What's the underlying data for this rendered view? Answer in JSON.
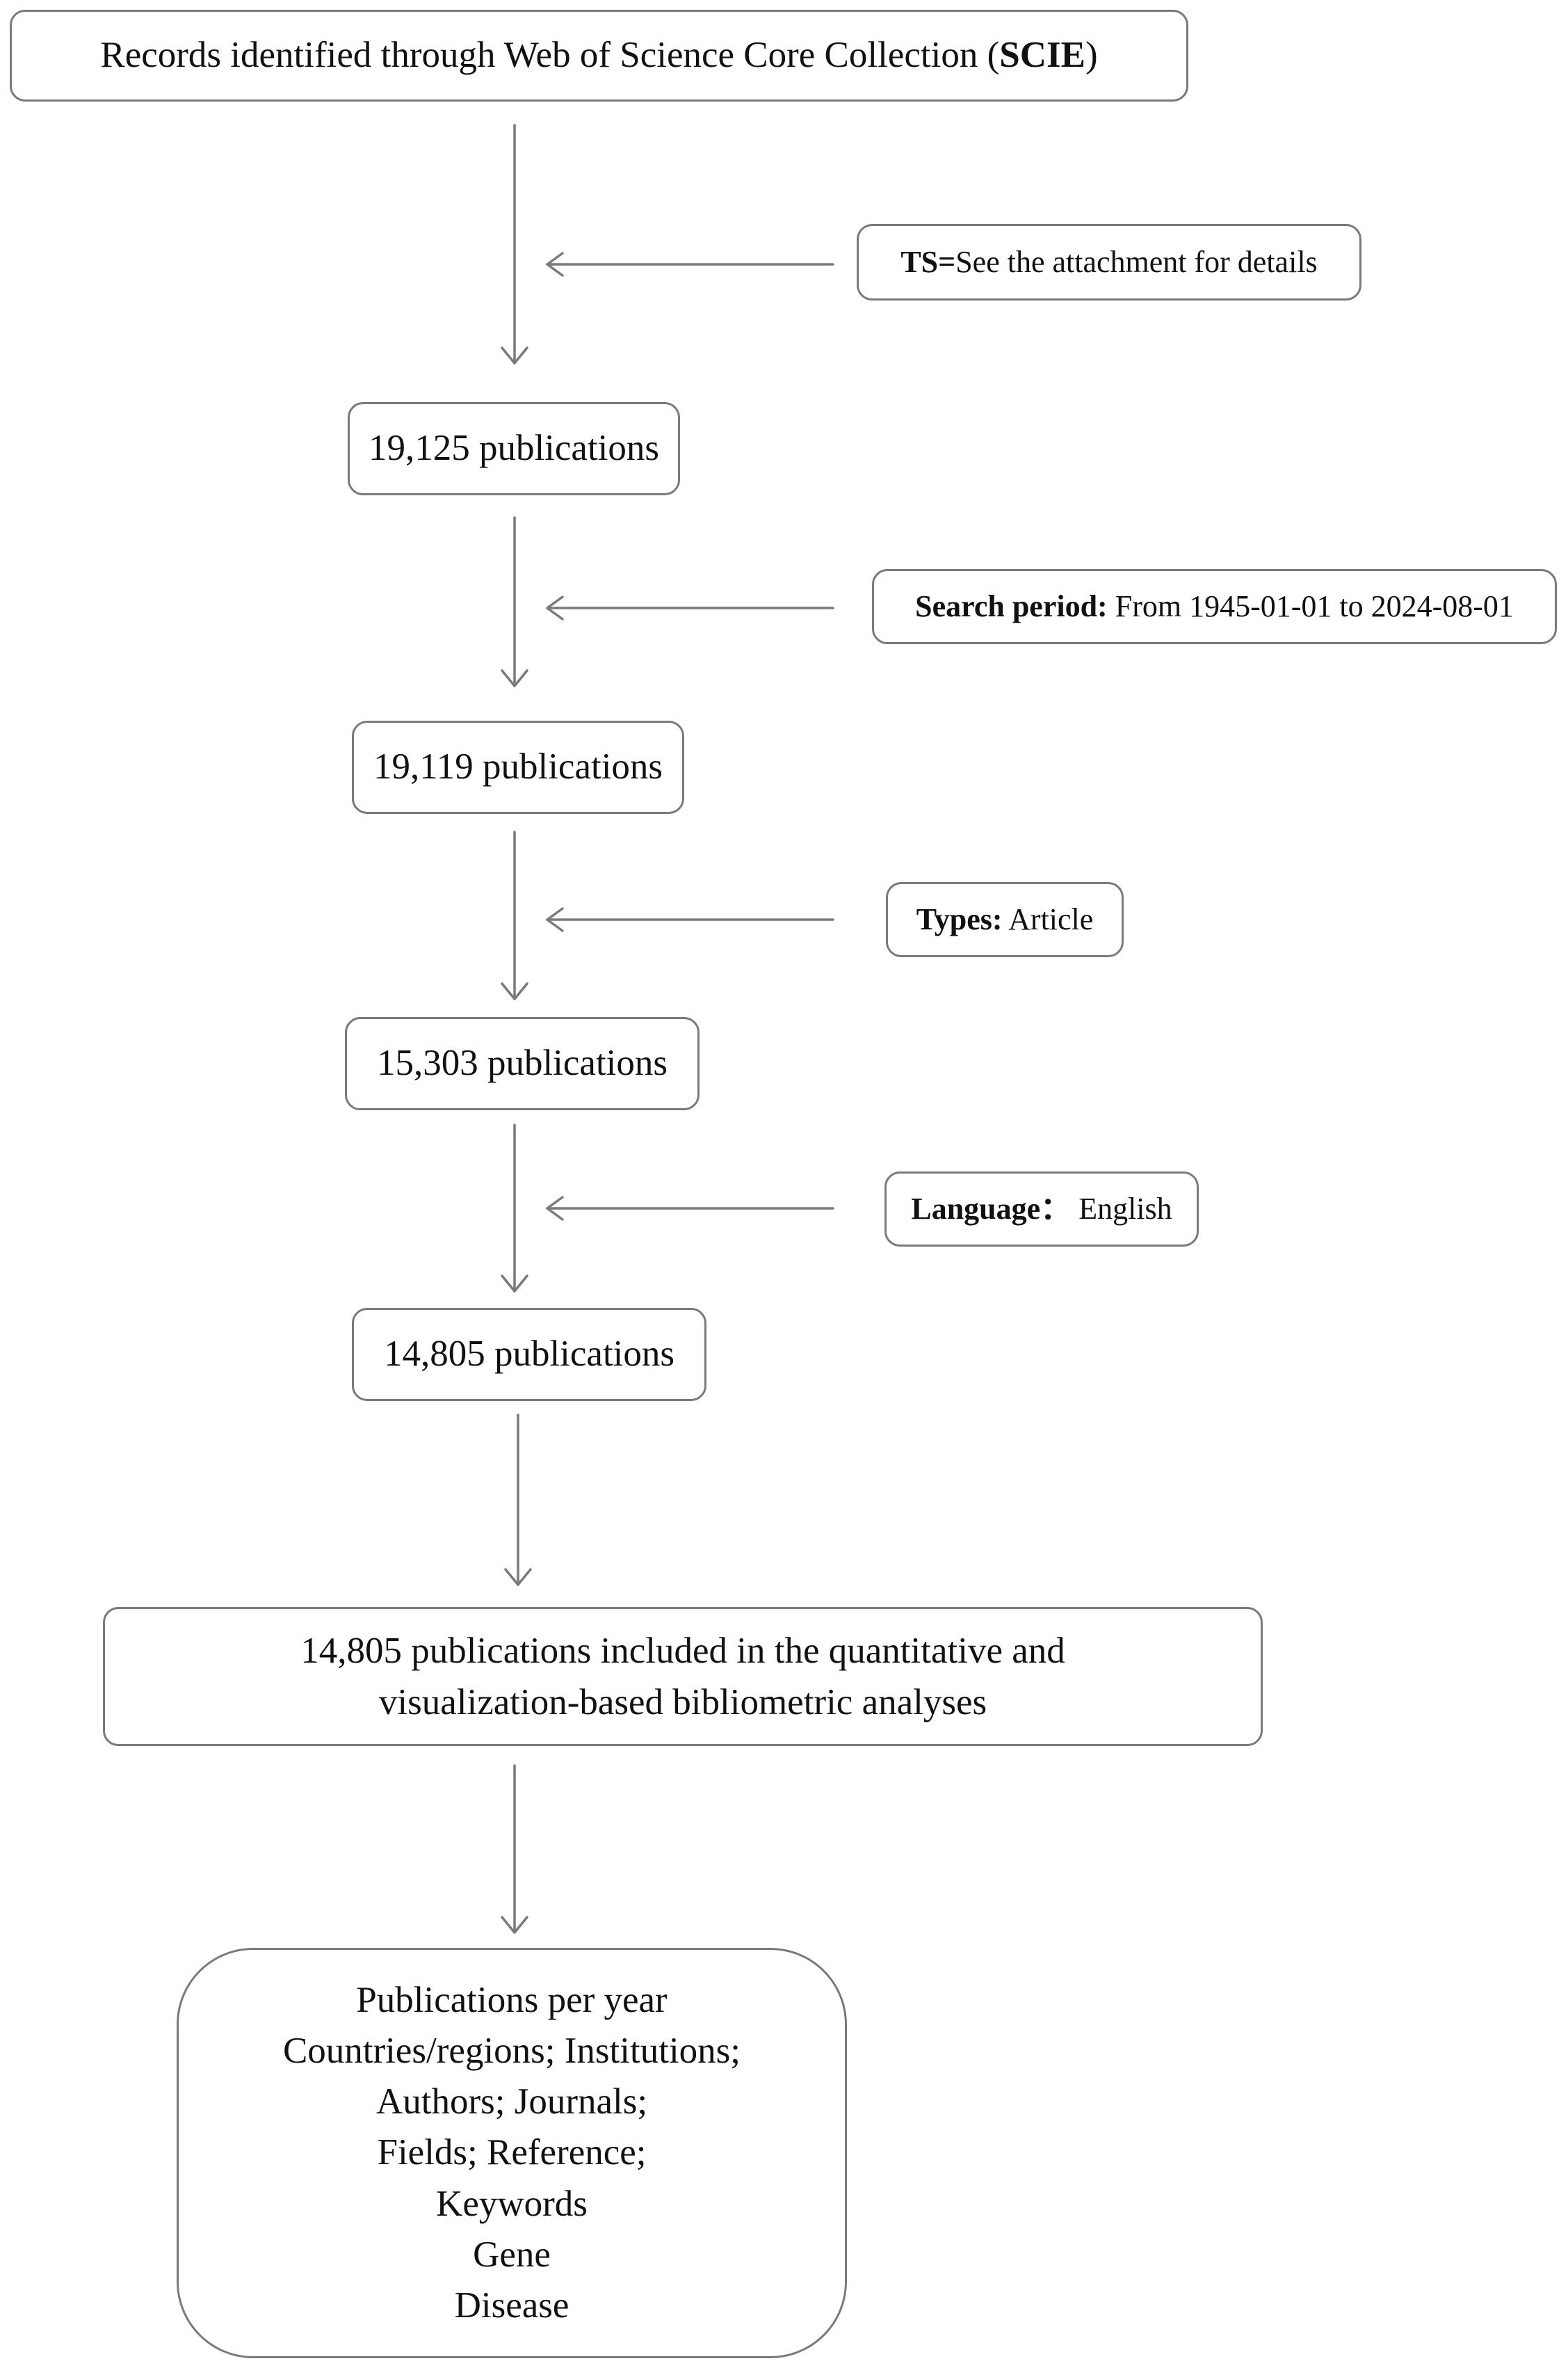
{
  "flow": {
    "source": {
      "pre": "Records identified through Web of Science Core Collection (",
      "bold": "SCIE",
      "post": ")"
    },
    "ts_filter": {
      "bold": "TS=",
      "text": "See the attachment for details"
    },
    "count_1": "19,125 publications",
    "period_filter": {
      "bold": "Search period:",
      "text": " From 1945-01-01 to 2024-08-01"
    },
    "count_2": "19,119 publications",
    "type_filter": {
      "bold": "Types:",
      "text": " Article"
    },
    "count_3": "15,303 publications",
    "language_filter": {
      "bold": "Language：",
      "text": " English"
    },
    "count_4": "14,805 publications",
    "included": {
      "line1": "14,805 publications included in the quantitative and",
      "line2": "visualization-based bibliometric analyses"
    },
    "analyses": [
      "Publications per year",
      "Countries/regions; Institutions;",
      "Authors; Journals;",
      "Fields; Reference;",
      "Keywords",
      "Gene",
      "Disease"
    ]
  },
  "colors": {
    "border": "#7a7a7a",
    "arrow": "#7a7a7a",
    "text": "#111111"
  }
}
